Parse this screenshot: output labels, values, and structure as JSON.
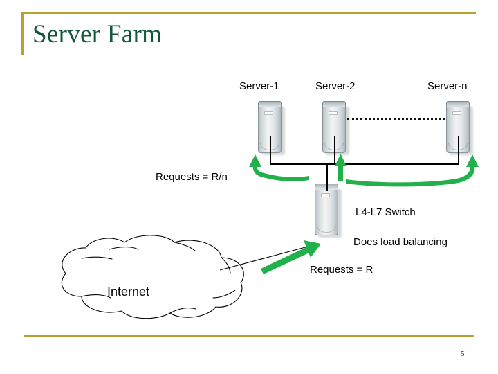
{
  "slide": {
    "title": "Server Farm",
    "page_number": "5",
    "accent_gold": "#b8a12e",
    "title_color": "#12573a",
    "arrow_color": "#22b04a",
    "wire_color": "#000000"
  },
  "servers": [
    {
      "label": "Server-1",
      "name": "server-1"
    },
    {
      "label": "Server-2",
      "name": "server-2"
    },
    {
      "label": "Server-n",
      "name": "server-n"
    }
  ],
  "switch": {
    "label": "L4-L7 Switch",
    "description": "Does load balancing",
    "name": "l4-l7-switch"
  },
  "annotations": {
    "requests_out": "Requests = R/n",
    "requests_in": "Requests = R"
  },
  "cloud": {
    "label": "Internet"
  }
}
